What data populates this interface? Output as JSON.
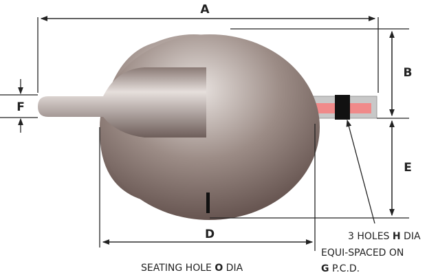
{
  "dimensions": {
    "A": "A",
    "B": "B",
    "D": "D",
    "E": "E",
    "F": "F"
  },
  "notes": {
    "holes_line1_pre": "3 HOLES ",
    "holes_line1_bold": "H",
    "holes_line1_post": " DIA",
    "holes_line2": "EQUI-SPACED ON",
    "holes_line3_bold": "G",
    "holes_line3_post": " P.C.D.",
    "seating_pre": "SEATING HOLE ",
    "seating_bold": "O",
    "seating_post": " DIA"
  },
  "colors": {
    "ball": "#9a8a84",
    "housing": "#c8c8c8",
    "seal": "#f0f06a",
    "liner": "#f08a8a",
    "bearing": "#5a2a2a",
    "line": "#222222"
  }
}
